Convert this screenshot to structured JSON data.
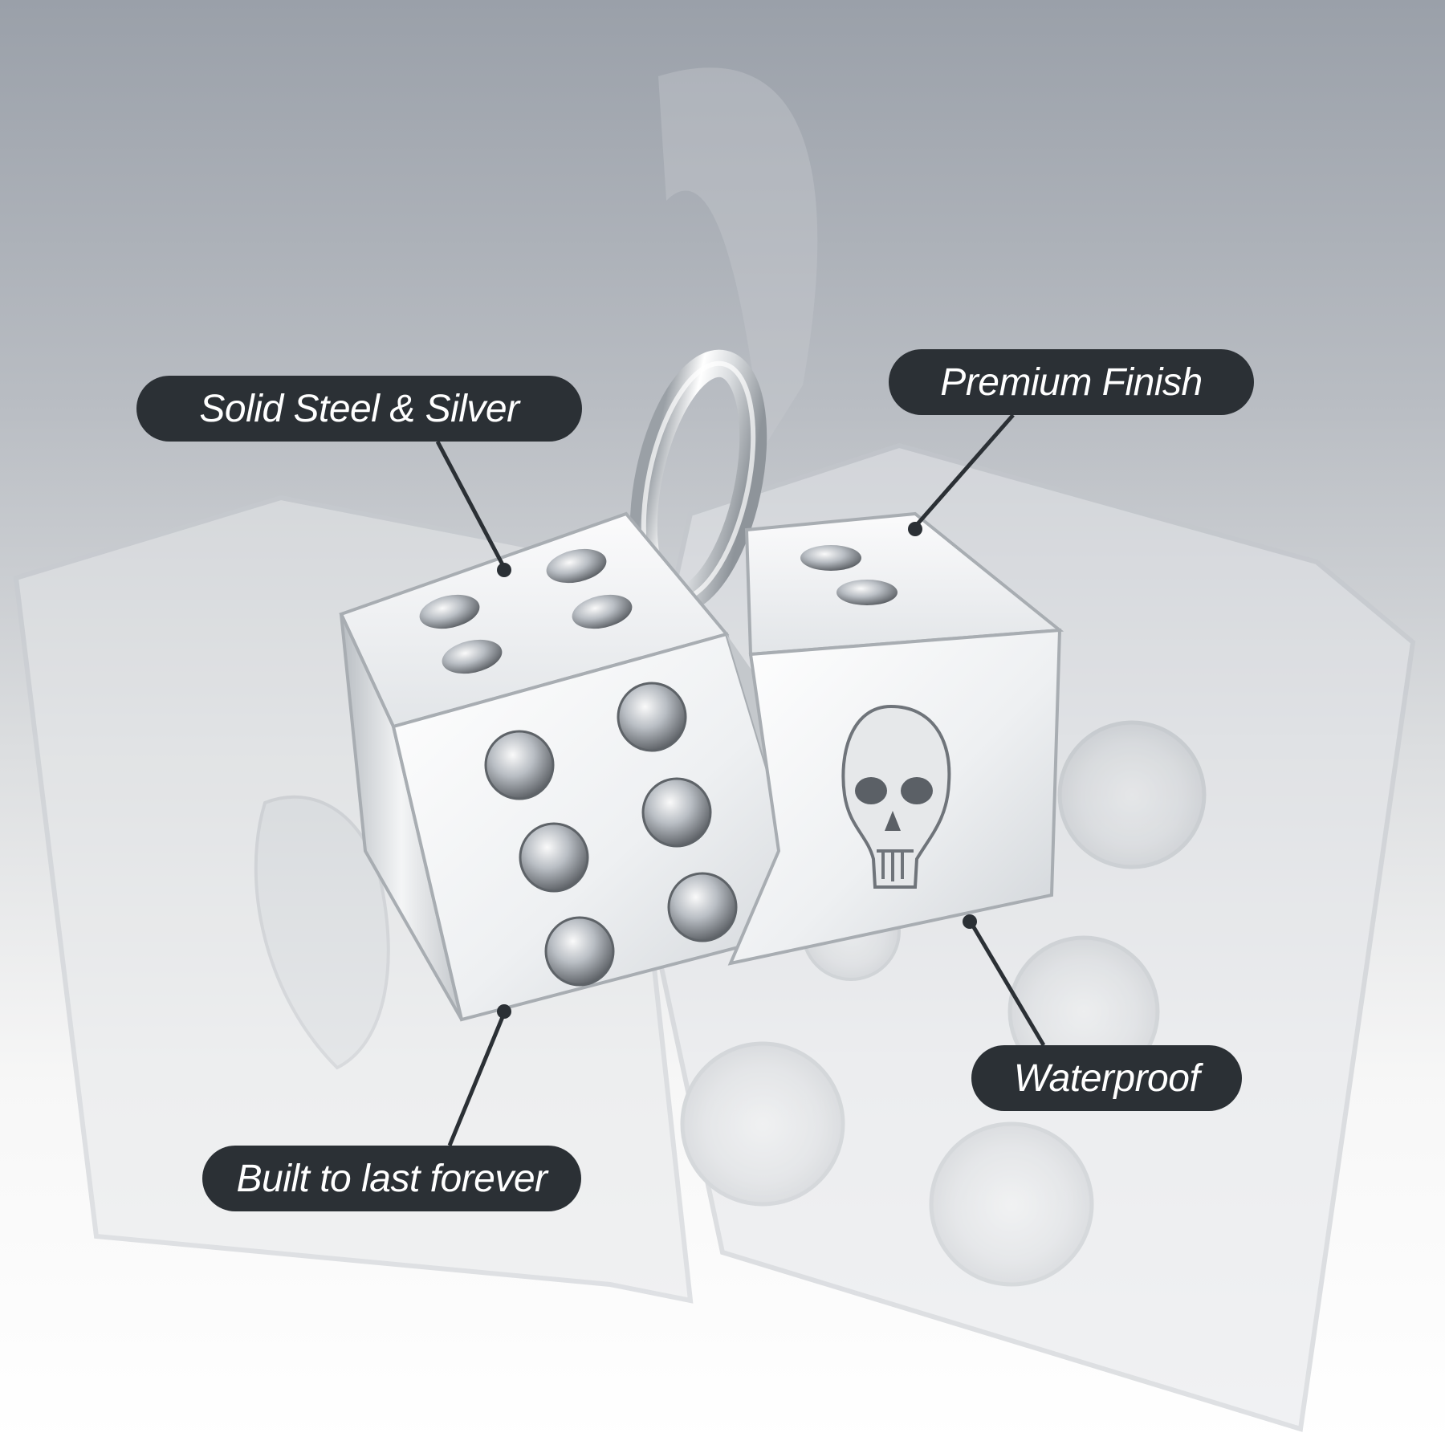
{
  "callouts": {
    "solid": "Solid Steel & Silver",
    "premium": "Premium Finish",
    "waterproof": "Waterproof",
    "built": "Built to last forever"
  },
  "colors": {
    "pill_background": "#2b3035",
    "pill_text": "#ffffff",
    "leader_line": "#2b3035",
    "metal_light": "#f4f5f6",
    "metal_shadow": "#9ea3a9"
  },
  "icons": {
    "product": "silver-dice-charm-icon",
    "skull": "skull-icon"
  }
}
